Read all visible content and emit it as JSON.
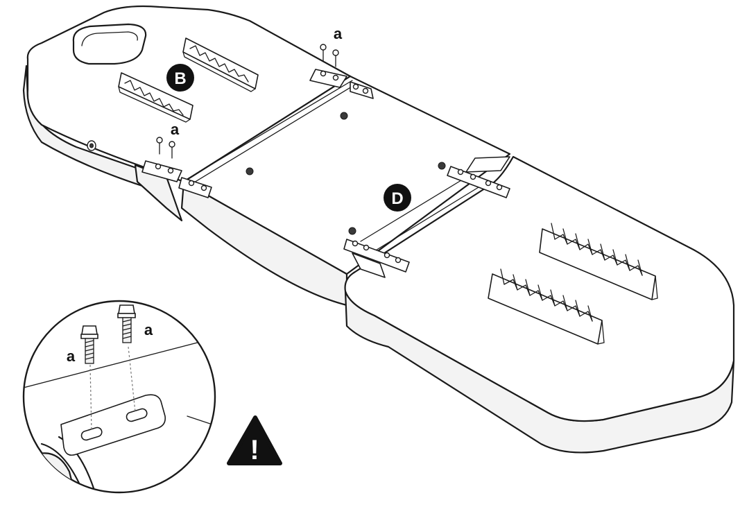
{
  "labels": {
    "part_b": "B",
    "part_d": "D",
    "screw_a_top": "a",
    "screw_a_left": "a",
    "inset_a_left": "a",
    "inset_a_right": "a",
    "warning_symbol": "!"
  },
  "icons": {
    "warning": "warning-triangle-icon"
  }
}
